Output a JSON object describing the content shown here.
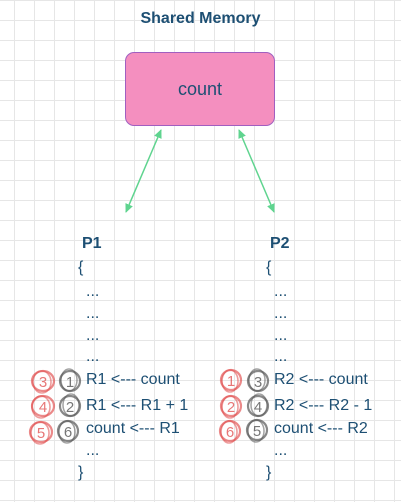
{
  "diagram": {
    "title": "Shared Memory",
    "shared_variable": "count",
    "processes": [
      {
        "name": "P1",
        "open_brace": "{",
        "ellipses": [
          "...",
          "...",
          "...",
          "..."
        ],
        "lines": [
          {
            "order": "3",
            "step": "1",
            "text": "R1 <--- count"
          },
          {
            "order": "4",
            "step": "2",
            "text": "R1 <--- R1 + 1"
          },
          {
            "order": "5",
            "step": "6",
            "text": "count <--- R1"
          }
        ],
        "tail_ellipsis": "...",
        "close_brace": "}"
      },
      {
        "name": "P2",
        "open_brace": "{",
        "ellipses": [
          "...",
          "...",
          "...",
          "..."
        ],
        "lines": [
          {
            "order": "1",
            "step": "3",
            "text": "R2 <--- count"
          },
          {
            "order": "2",
            "step": "4",
            "text": "R2 <--- R2 - 1"
          },
          {
            "order": "6",
            "step": "5",
            "text": "count <--- R2"
          }
        ],
        "tail_ellipsis": "...",
        "close_brace": "}"
      }
    ],
    "colors": {
      "title": "#1d4f73",
      "box_fill": "#f48fbf",
      "box_border": "#a05fc0",
      "arrow": "#5fd48f",
      "red_marker": "#e04a4a",
      "gray_marker": "#555555"
    }
  }
}
